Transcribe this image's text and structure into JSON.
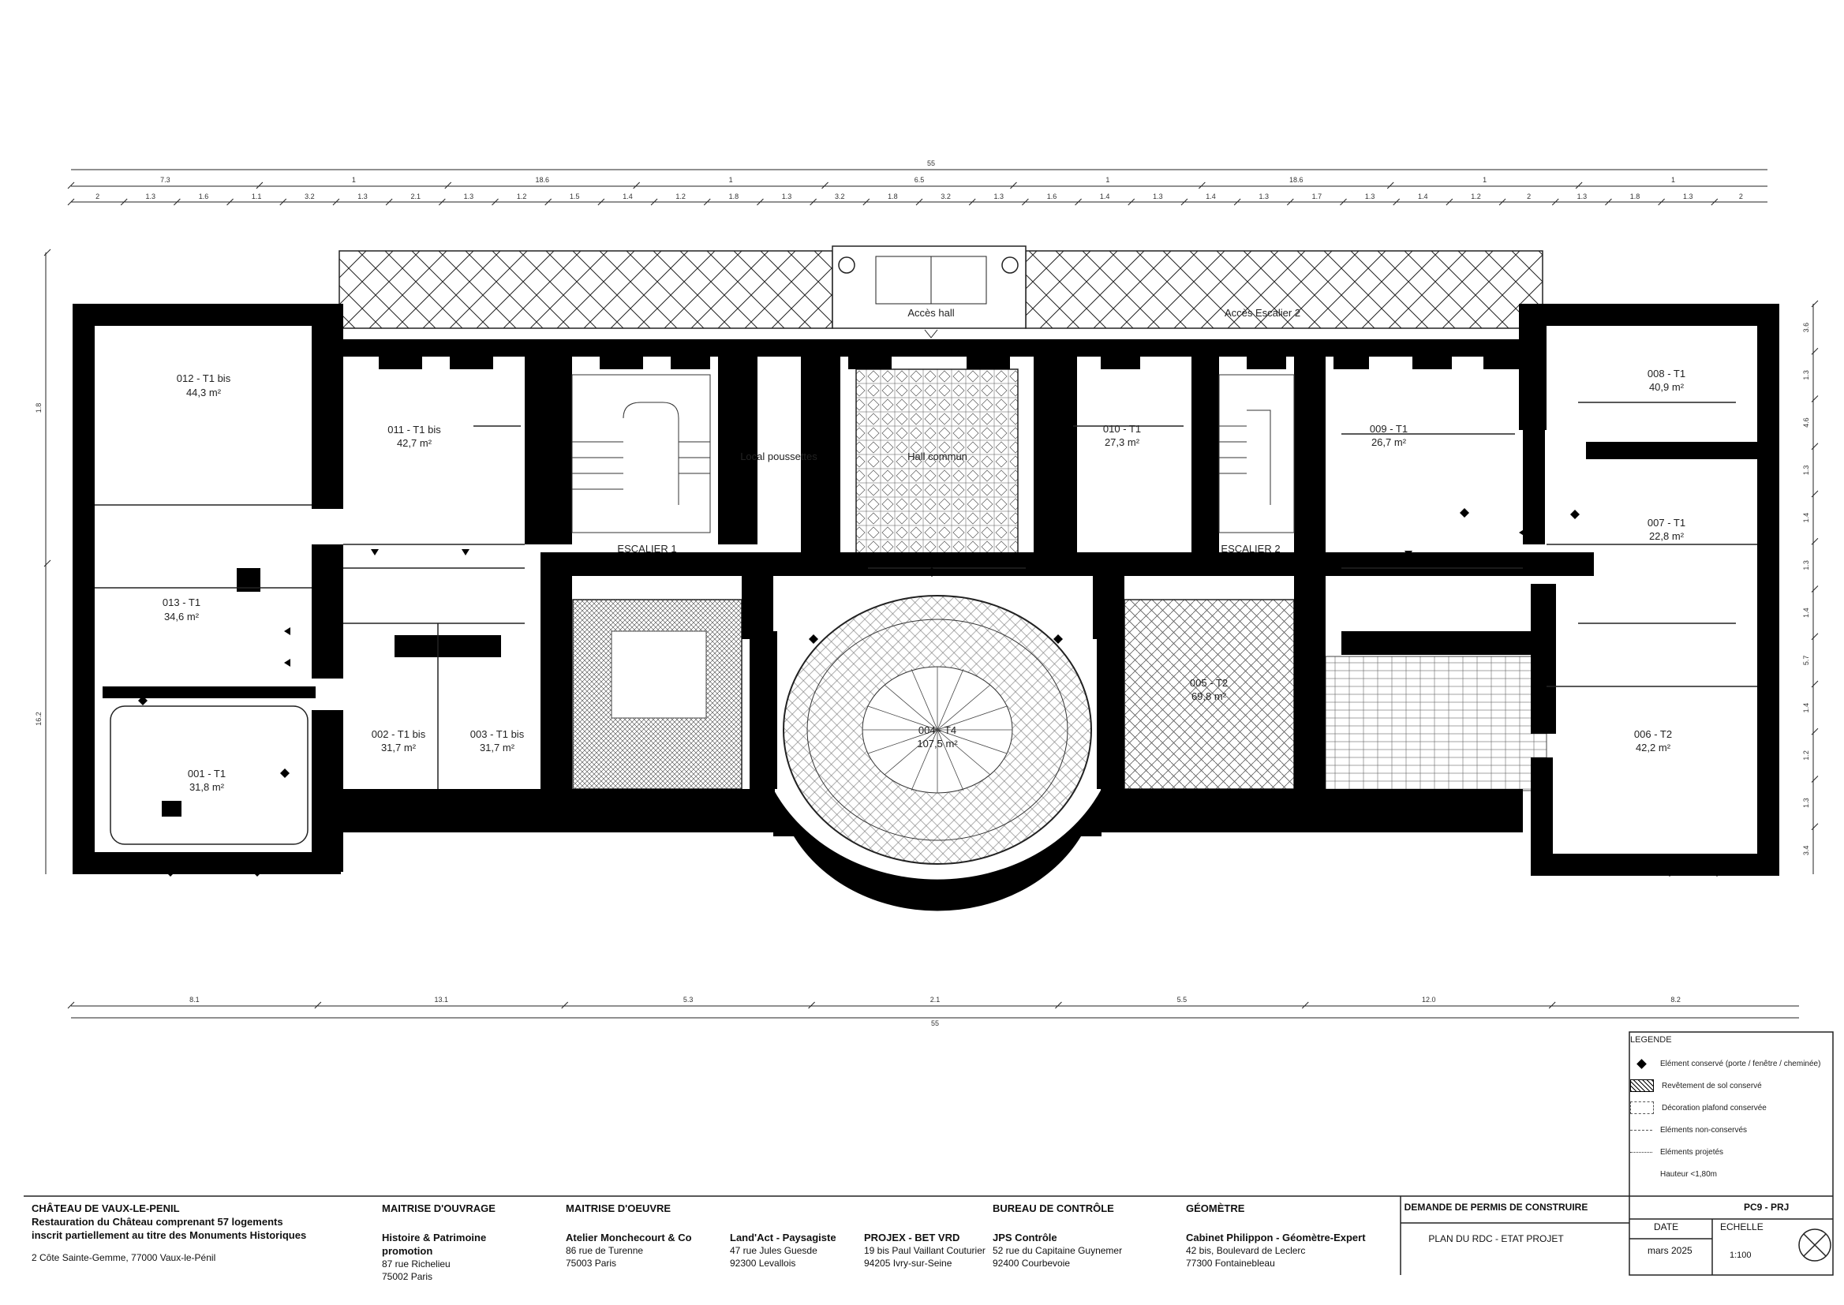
{
  "dimensions": {
    "top_total": "55",
    "top_row1": [
      "7.3",
      "1",
      "18.6",
      "1",
      "6.5",
      "1",
      "18.6",
      "1",
      "1"
    ],
    "top_row2": [
      "2",
      "1.3",
      "1.6",
      "1.1",
      "3.2",
      "1.3",
      "2.1",
      "1.3",
      "1.2",
      "1.5",
      "1.4",
      "1.2",
      "1.8",
      "1.3",
      "3.2",
      "1.8",
      "3.2",
      "1.3",
      "1.6",
      "1.4",
      "1.3",
      "1.4",
      "1.3",
      "1.7",
      "1.3",
      "1.4",
      "1.2",
      "2",
      "1.3",
      "1.8",
      "1.3",
      "2"
    ],
    "left": [
      "1.8",
      "16.2"
    ],
    "right": [
      "3.6",
      "1.3",
      "4.6",
      "1.3",
      "1.4",
      "1.3",
      "1.4",
      "5.7",
      "1.4",
      "1.2",
      "1.3",
      "3.4"
    ],
    "bottom": [
      "8.1",
      "13.1",
      "5.3",
      "2.1",
      "5.5",
      "12.0",
      "8.2"
    ],
    "bottom_total": "55"
  },
  "rooms": {
    "r012": {
      "name": "012 - T1 bis",
      "area": "44,3 m²"
    },
    "r011": {
      "name": "011 - T1 bis",
      "area": "42,7 m²"
    },
    "r013": {
      "name": "013 - T1",
      "area": "34,6 m²"
    },
    "r001": {
      "name": "001 - T1",
      "area": "31,8 m²"
    },
    "r002": {
      "name": "002 - T1 bis",
      "area": "31,7 m²"
    },
    "r003": {
      "name": "003 - T1 bis",
      "area": "31,7 m²"
    },
    "local": {
      "name": "Local poussettes"
    },
    "hall": {
      "name": "Hall commun"
    },
    "acces_hall": {
      "name": "Accès hall"
    },
    "acces_esc2": {
      "name": "Accès Escalier 2"
    },
    "esc1": {
      "name": "ESCALIER 1"
    },
    "esc2": {
      "name": "ESCALIER 2"
    },
    "r010": {
      "name": "010 - T1",
      "area": "27,3 m²"
    },
    "r009": {
      "name": "009 - T1",
      "area": "26,7 m²"
    },
    "r008": {
      "name": "008 - T1",
      "area": "40,9 m²"
    },
    "r007": {
      "name": "007 - T1",
      "area": "22,8 m²"
    },
    "r004": {
      "name": "004 - T4",
      "area": "107,5 m²"
    },
    "r005": {
      "name": "005 - T2",
      "area": "69,8 m²"
    },
    "r006": {
      "name": "006 - T2",
      "area": "42,2 m²"
    }
  },
  "legend": {
    "title": "LEGENDE",
    "items": [
      {
        "symbol": "diamond",
        "label": "Elément conservé (porte / fenêtre / cheminée)"
      },
      {
        "symbol": "hatch",
        "label": "Revêtement de sol conservé"
      },
      {
        "symbol": "ceiling",
        "label": "Décoration plafond conservée"
      },
      {
        "symbol": "dash",
        "label": "Eléments non-conservés"
      },
      {
        "symbol": "dot",
        "label": "Eléments projetés"
      },
      {
        "symbol": "none",
        "label": "Hauteur <1,80m"
      }
    ]
  },
  "title_block": {
    "project": "CHÂTEAU DE VAUX-LE-PENIL",
    "subtitle1": "Restauration du Château comprenant 57 logements",
    "subtitle2": "inscrit partiellement au titre des Monuments Historiques",
    "address": "2 Côte Sainte-Gemme, 77000 Vaux-le-Pénil"
  },
  "parties": {
    "mo": {
      "heading": "MAITRISE D'OUVRAGE",
      "name": "Histoire & Patrimoine promotion",
      "addr1": "87 rue Richelieu",
      "addr2": "75002 Paris"
    },
    "moe": {
      "heading": "MAITRISE D'OEUVRE",
      "name": "Atelier Monchecourt & Co",
      "addr1": "86 rue de Turenne",
      "addr2": "75003 Paris"
    },
    "land": {
      "heading": "",
      "name": "Land'Act - Paysagiste",
      "addr1": "47 rue Jules Guesde",
      "addr2": "92300 Levallois"
    },
    "projex": {
      "heading": "",
      "name": "PROJEX - BET VRD",
      "addr1": "19 bis Paul Vaillant Couturier",
      "addr2": "94205 Ivry-sur-Seine"
    },
    "jps": {
      "heading": "BUREAU DE CONTRÔLE",
      "name": "JPS Contrôle",
      "addr1": "52 rue du Capitaine Guynemer",
      "addr2": "92400 Courbevoie"
    },
    "geo": {
      "heading": "GÉOMÈTRE",
      "name": "Cabinet Philippon - Géomètre-Expert",
      "addr1": "42 bis, Boulevard de Leclerc",
      "addr2": "77300 Fontainebleau"
    }
  },
  "demande": {
    "title": "DEMANDE DE PERMIS DE CONSTRUIRE",
    "sheet": "PLAN DU RDC - ETAT PROJET"
  },
  "meta": {
    "code": "PC9 - PRJ",
    "date_label": "DATE",
    "date": "mars 2025",
    "scale_label": "ECHELLE",
    "scale": "1:100"
  }
}
